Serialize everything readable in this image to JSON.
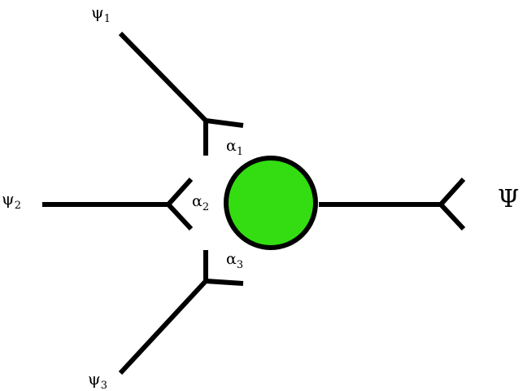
{
  "diagram": {
    "inputs": [
      {
        "symbol": "ψ",
        "index": "1"
      },
      {
        "symbol": "ψ",
        "index": "2"
      },
      {
        "symbol": "ψ",
        "index": "3"
      }
    ],
    "weights": [
      {
        "symbol": "α",
        "index": "1"
      },
      {
        "symbol": "α",
        "index": "2"
      },
      {
        "symbol": "α",
        "index": "3"
      }
    ],
    "output": {
      "symbol": "Ψ"
    },
    "colors": {
      "node_fill": "#33dd11",
      "stroke": "#000000",
      "background": "#ffffff"
    }
  }
}
